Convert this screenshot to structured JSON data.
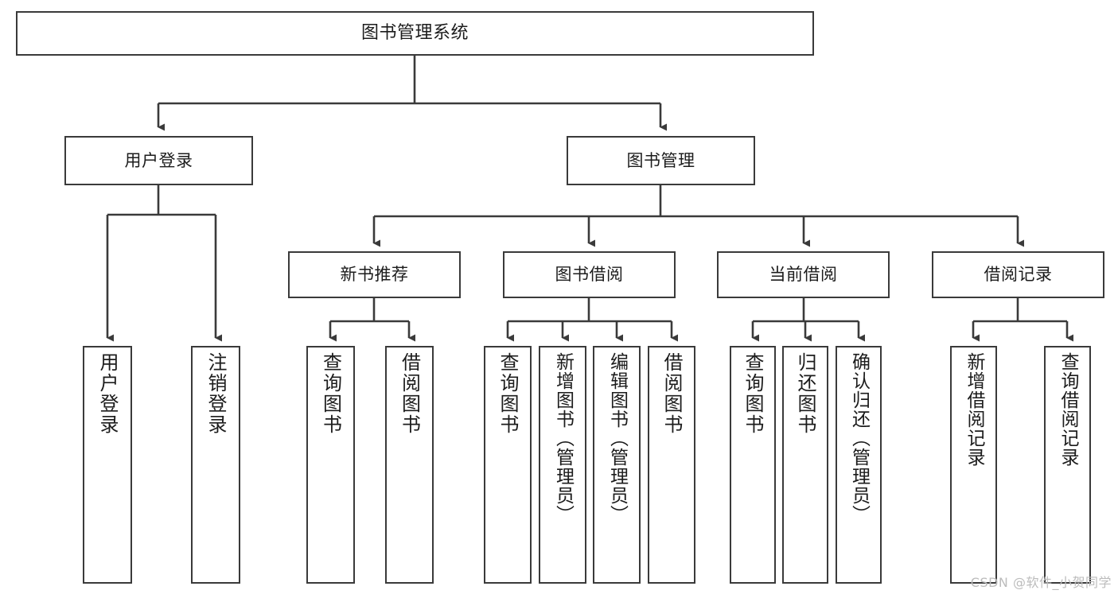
{
  "diagram": {
    "type": "tree-hierarchy",
    "title": "图书管理系统",
    "watermark": "CSDN @软件_小贺同学",
    "stroke_color": "#3a3a3a",
    "fill_color": "#ffffff",
    "text_color": "#1c1c1c",
    "nodes": {
      "root": {
        "label": "图书管理系统",
        "level": 0
      },
      "l1": [
        {
          "id": "user-login",
          "label": "用户登录",
          "level": 1
        },
        {
          "id": "book-manage",
          "label": "图书管理",
          "level": 1
        }
      ],
      "l2": [
        {
          "id": "new-book-recommend",
          "label": "新书推荐",
          "level": 2,
          "parent": "book-manage"
        },
        {
          "id": "book-borrow",
          "label": "图书借阅",
          "level": 2,
          "parent": "book-manage"
        },
        {
          "id": "current-borrow",
          "label": "当前借阅",
          "level": 2,
          "parent": "book-manage"
        },
        {
          "id": "borrow-record",
          "label": "借阅记录",
          "level": 2,
          "parent": "book-manage"
        }
      ],
      "leaves": [
        {
          "id": "leaf-user-login",
          "label": "用户登录",
          "parent": "user-login"
        },
        {
          "id": "leaf-user-logout",
          "label": "注销登录",
          "parent": "user-login"
        },
        {
          "id": "leaf-query-book-1",
          "label": "查询图书",
          "parent": "new-book-recommend"
        },
        {
          "id": "leaf-borrow-book-1",
          "label": "借阅图书",
          "parent": "new-book-recommend"
        },
        {
          "id": "leaf-query-book-2",
          "label": "查询图书",
          "parent": "book-borrow"
        },
        {
          "id": "leaf-add-book",
          "label": "新增图书（管理员）",
          "parent": "book-borrow"
        },
        {
          "id": "leaf-edit-book",
          "label": "编辑图书（管理员）",
          "parent": "book-borrow"
        },
        {
          "id": "leaf-borrow-book-2",
          "label": "借阅图书",
          "parent": "book-borrow"
        },
        {
          "id": "leaf-query-book-3",
          "label": "查询图书",
          "parent": "current-borrow"
        },
        {
          "id": "leaf-return-book",
          "label": "归还图书",
          "parent": "current-borrow"
        },
        {
          "id": "leaf-confirm-return",
          "label": "确认归还（管理员）",
          "parent": "current-borrow"
        },
        {
          "id": "leaf-add-record",
          "label": "新增借阅记录",
          "parent": "borrow-record"
        },
        {
          "id": "leaf-query-record",
          "label": "查询借阅记录",
          "parent": "borrow-record"
        }
      ]
    }
  }
}
